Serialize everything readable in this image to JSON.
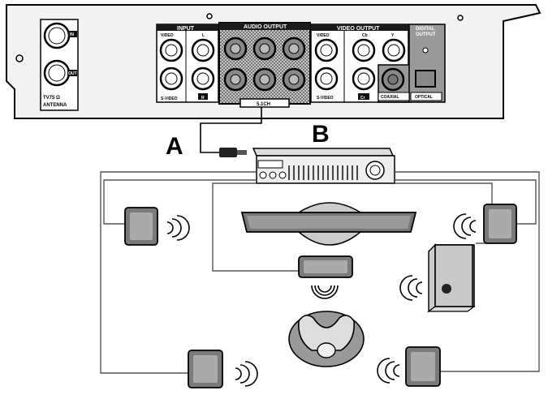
{
  "labels": {
    "a": "A",
    "b": "B"
  },
  "panel": {
    "antenna": {
      "in": "IN",
      "out": "OUT",
      "title_line1": "TV75 Ω",
      "title_line2": "ANTENNA"
    },
    "input": {
      "header": "INPUT",
      "video": "VIDEO",
      "svideo": "S-VIDEO",
      "left": "L",
      "right": "R"
    },
    "audio_output": {
      "header": "AUDIO OUTPUT",
      "mode": "5.1CH"
    },
    "video_output": {
      "header": "VIDEO OUTPUT",
      "video": "VIDEO",
      "svideo": "S-VIDEO",
      "cb": "Cb",
      "cr": "Cr",
      "y": "Y"
    },
    "digital_output": {
      "header_line1": "DIGITAL",
      "header_line2": "OUTPUT",
      "coaxial": "COAXIAL",
      "optical": "OPTICAL"
    }
  },
  "colors": {
    "panel_fill": "#f2f2f2",
    "header_fill": "#1a1a1a",
    "speaker_fill": "#7a7a7a",
    "wire": "#555555"
  }
}
